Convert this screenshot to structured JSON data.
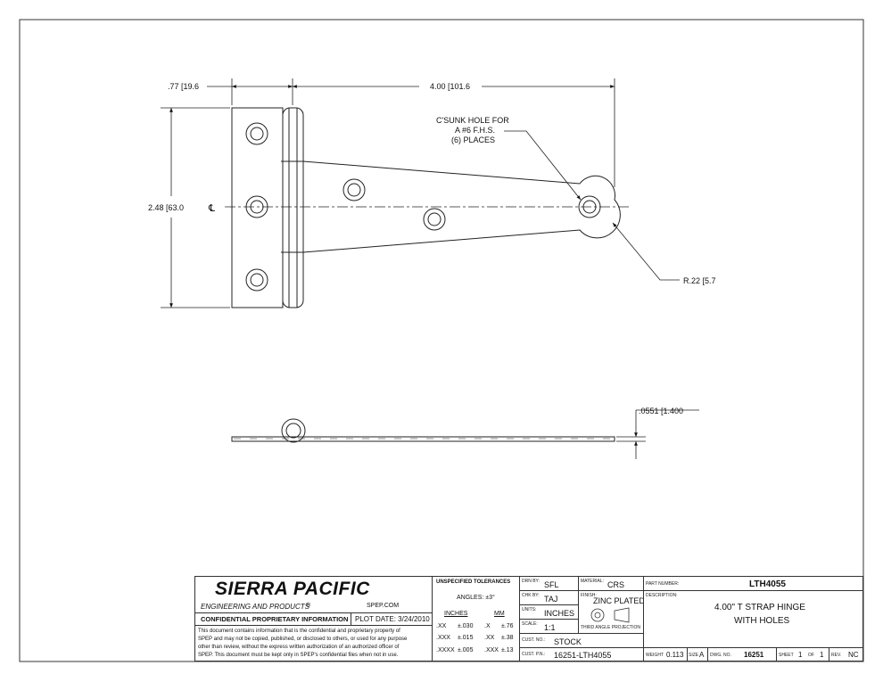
{
  "drawing": {
    "dim_left_width": ".77 [19.6",
    "dim_length": "4.00 [101.6",
    "dim_height": "2.48 [63.0",
    "centerline_symbol": "℄",
    "callout_hole": [
      "C'SUNK HOLE FOR",
      "A #6 F.H.S.",
      "(6) PLACES"
    ],
    "callout_radius": "R.22 [5.7",
    "dim_thickness": ".0551 [1.400"
  },
  "title_block": {
    "company": "SIERRA PACIFIC",
    "company_sub": "ENGINEERING AND PRODUCTS",
    "registered": "®",
    "website": "SPEP.COM",
    "confidential_title": "CONFIDENTIAL PROPRIETARY INFORMATION",
    "plot_date": "PLOT DATE: 3/24/2010",
    "confidential_text": [
      "This document contains information that is the confidential and proprietary property of",
      "SPEP and may not be copied, published, or disclosed to others, or used for any purpose",
      "other than review, without the express written authorization of an authorized officer of",
      "SPEP. This document must be kept only in SPEP's confidential files when not in use."
    ],
    "tolerances_title": "UNSPECIFIED TOLERANCES",
    "angles": "ANGLES: ±3°",
    "inches_header": "INCHES",
    "mm_header": "MM",
    "tol_rows": [
      {
        "in_k": ".XX",
        "in_v": "±.030",
        "mm_k": ".X",
        "mm_v": "±.76"
      },
      {
        "in_k": ".XXX",
        "in_v": "±.015",
        "mm_k": ".XX",
        "mm_v": "±.38"
      },
      {
        "in_k": ".XXXX",
        "in_v": "±.005",
        "mm_k": ".XXX",
        "mm_v": "±.13"
      }
    ],
    "drn_by_label": "DRN BY:",
    "drn_by": "SFL",
    "chk_by_label": "CHK BY:",
    "chk_by": "TAJ",
    "units_label": "UNITS:",
    "units": "INCHES",
    "scale_label": "SCALE:",
    "scale": "1:1",
    "cust_no_label": "CUST. NO.:",
    "cust_no": "STOCK",
    "cust_pn_label": "CUST. P.N.:",
    "cust_pn": "16251-LTH4055",
    "material_label": "MATERIAL:",
    "material": "CRS",
    "finish_label": "FINISH:",
    "finish": "ZINC PLATED",
    "projection": "THIRD ANGLE PROJECTION",
    "part_number_label": "PART NUMBER:",
    "part_number": "LTH4055",
    "description_label": "DESCRIPTION:",
    "description": [
      "4.00\" T STRAP HINGE",
      "WITH HOLES"
    ],
    "weight_label": "WEIGHT",
    "weight": "0.113",
    "size_label": "SIZE",
    "size": "A",
    "dwg_no_label": "DWG. NO.",
    "dwg_no": "16251",
    "sheet_label": "SHEET",
    "sheet": "1",
    "of_label": "OF",
    "sheet_total": "1",
    "rev_label": "REV.",
    "rev": "NC"
  }
}
